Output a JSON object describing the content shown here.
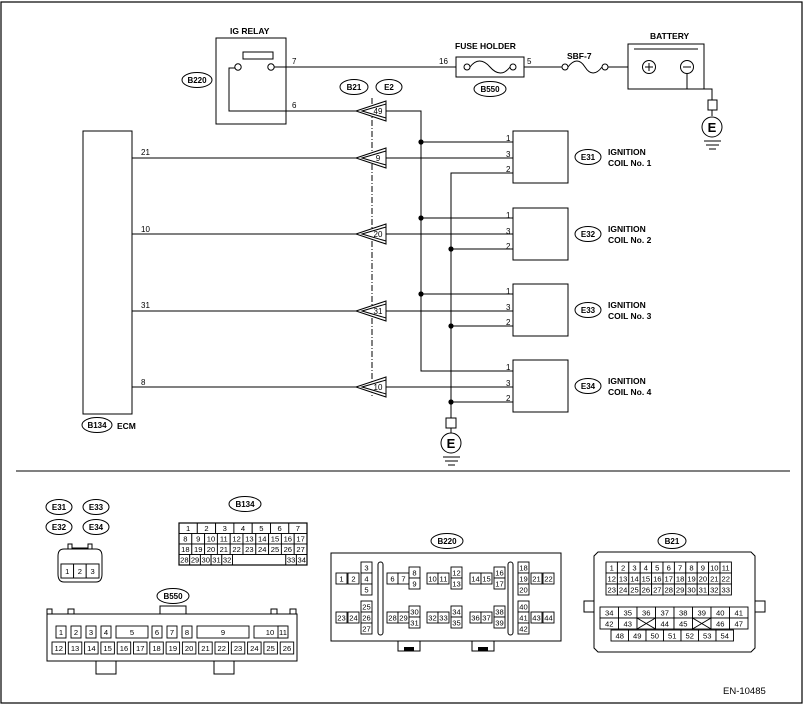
{
  "doc_id": "EN-10485",
  "components": {
    "ig_relay": {
      "title": "IG RELAY",
      "connector": "B220",
      "pins": [
        "7",
        "6"
      ]
    },
    "fuse_holder": {
      "title": "FUSE HOLDER",
      "connector": "B550",
      "pins": [
        "16",
        "5"
      ]
    },
    "fuse": {
      "label": "SBF-7"
    },
    "battery": {
      "title": "BATTERY"
    },
    "ground": {
      "symbol": "E"
    },
    "ecm": {
      "label": "ECM",
      "connector": "B134",
      "pins": [
        "21",
        "10",
        "31",
        "8"
      ]
    },
    "joint": {
      "connectors": [
        "B21",
        "E2"
      ],
      "pins": [
        "49",
        "9",
        "20",
        "31",
        "10"
      ]
    },
    "coils": [
      {
        "connector": "E31",
        "name_line1": "IGNITION",
        "name_line2": "COIL No. 1",
        "pins": [
          "1",
          "3",
          "2"
        ]
      },
      {
        "connector": "E32",
        "name_line1": "IGNITION",
        "name_line2": "COIL No. 2",
        "pins": [
          "1",
          "3",
          "2"
        ]
      },
      {
        "connector": "E33",
        "name_line1": "IGNITION",
        "name_line2": "COIL No. 3",
        "pins": [
          "1",
          "3",
          "2"
        ]
      },
      {
        "connector": "E34",
        "name_line1": "IGNITION",
        "name_line2": "COIL No. 4",
        "pins": [
          "1",
          "3",
          "2"
        ]
      }
    ]
  },
  "connector_views": {
    "coil_tags": [
      "E31",
      "E33",
      "E32",
      "E34"
    ],
    "coil_pins": [
      "1",
      "2",
      "3"
    ],
    "b134": {
      "tag": "B134",
      "rows": [
        [
          "1",
          "2",
          "3",
          "4",
          "5",
          "6",
          "7"
        ],
        [
          "8",
          "9",
          "10",
          "11",
          "12",
          "13",
          "14",
          "15",
          "16",
          "17"
        ],
        [
          "18",
          "19",
          "20",
          "21",
          "22",
          "23",
          "24",
          "25",
          "26",
          "27"
        ],
        [
          "28",
          "29",
          "30",
          "31",
          "32",
          "33",
          "34"
        ]
      ]
    },
    "b550": {
      "tag": "B550",
      "row1": [
        "1",
        "2",
        "3",
        "4",
        "5",
        "6",
        "7",
        "8",
        "9",
        "10",
        "11"
      ],
      "row2": [
        "12",
        "13",
        "14",
        "15",
        "16",
        "17",
        "18",
        "19",
        "20",
        "21",
        "22",
        "23",
        "24",
        "25",
        "26"
      ]
    },
    "b220": {
      "tag": "B220",
      "pins": [
        "1",
        "2",
        "3",
        "4",
        "5",
        "6",
        "7",
        "8",
        "9",
        "10",
        "11",
        "12",
        "13",
        "14",
        "15",
        "16",
        "17",
        "18",
        "19",
        "20",
        "21",
        "22",
        "23",
        "24",
        "25",
        "26",
        "27",
        "28",
        "29",
        "30",
        "31",
        "32",
        "33",
        "34",
        "35",
        "36",
        "37",
        "38",
        "39",
        "40",
        "41",
        "42",
        "43",
        "44"
      ]
    },
    "b21": {
      "tag": "B21",
      "rows": [
        [
          "1",
          "2",
          "3",
          "4",
          "5",
          "6",
          "7",
          "8",
          "9",
          "10",
          "11"
        ],
        [
          "12",
          "13",
          "14",
          "15",
          "16",
          "17",
          "18",
          "19",
          "20",
          "21",
          "22"
        ],
        [
          "23",
          "24",
          "25",
          "26",
          "27",
          "28",
          "29",
          "30",
          "31",
          "32",
          "33"
        ],
        [
          "34",
          "35",
          "36",
          "37",
          "38",
          "39",
          "40",
          "41"
        ],
        [
          "42",
          "43",
          "44",
          "45",
          "46",
          "47"
        ],
        [
          "48",
          "49",
          "50",
          "51",
          "52",
          "53",
          "54"
        ]
      ]
    }
  }
}
